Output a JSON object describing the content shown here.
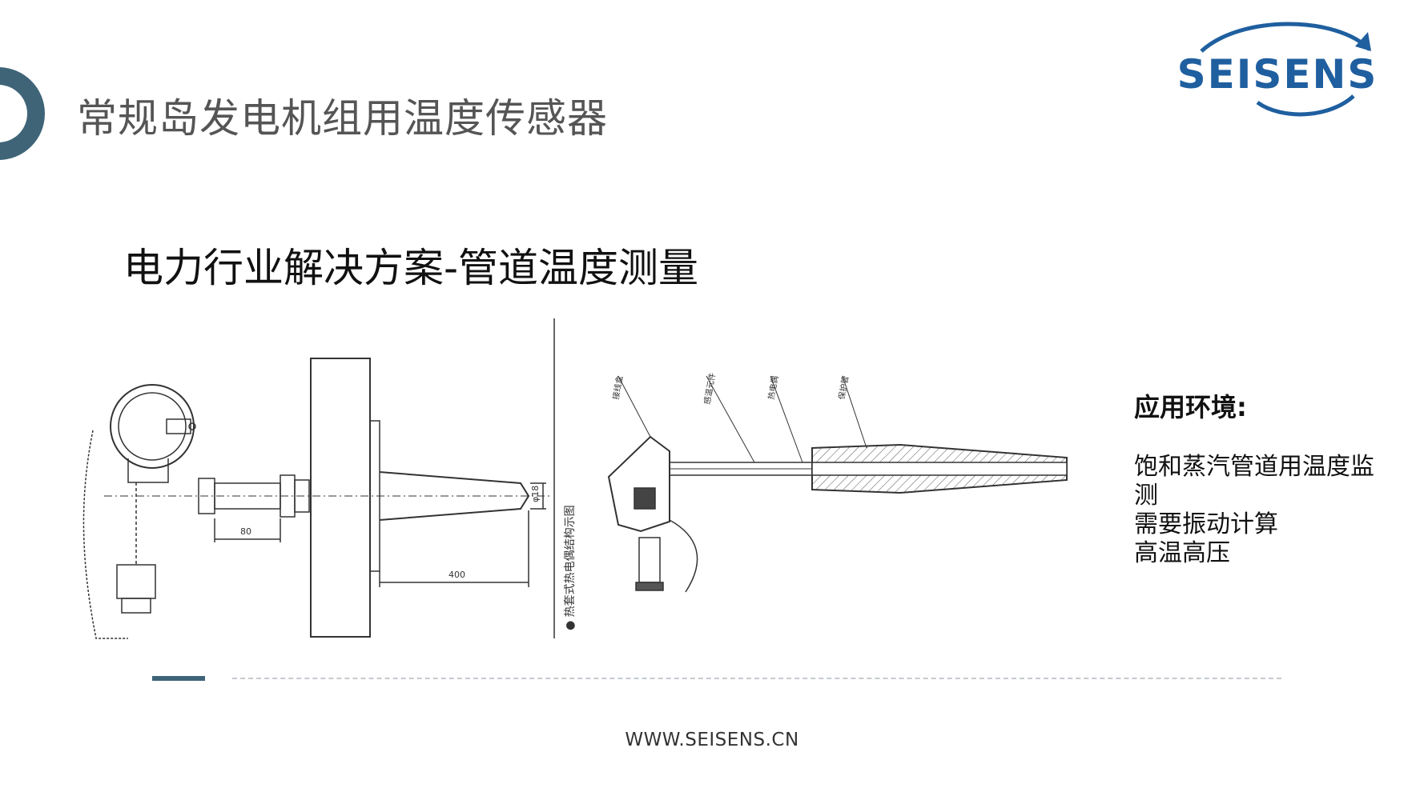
{
  "header": {
    "title": "常规岛发电机组用温度传感器",
    "logo_text": "SEISENS"
  },
  "main": {
    "subtitle": "电力行业解决方案-管道温度测量",
    "diagram_left": {
      "dim_80": "80",
      "dim_400": "400",
      "dim_phi18": "φ18",
      "caption": "● 热套式热电偶结构示图"
    },
    "diagram_right": {
      "label_1": "接线盒",
      "label_2": "感温元件",
      "label_3": "热电偶",
      "label_4": "保护管"
    },
    "application": {
      "heading": "应用环境:",
      "items": [
        "饱和蒸汽管道用温度监测",
        "需要振动计算",
        "高温高压"
      ]
    }
  },
  "footer": {
    "url": "WWW.SEISENS.CN"
  },
  "colors": {
    "accent": "#3f6478",
    "logo_blue": "#1f5f9f",
    "title_gray": "#555555"
  }
}
